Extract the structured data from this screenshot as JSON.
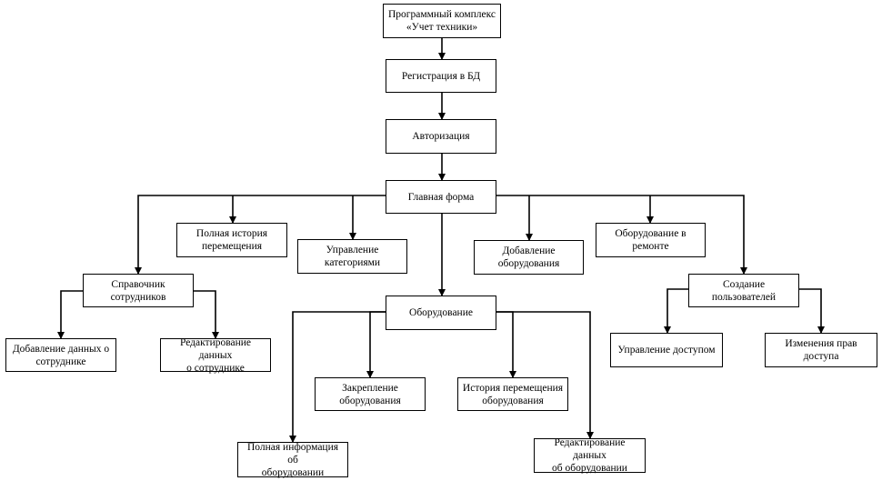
{
  "diagram": {
    "nodes": {
      "root": [
        "Программный комплекс",
        "«Учет техники»"
      ],
      "register": [
        "Регистрация в БД"
      ],
      "auth": [
        "Авторизация"
      ],
      "main_form": [
        "Главная форма"
      ],
      "full_history": [
        "Полная история",
        "перемещения"
      ],
      "manage_categories": [
        "Управление",
        "категориями"
      ],
      "add_equipment": [
        "Добавление",
        "оборудования"
      ],
      "equipment_repair": [
        "Оборудование в",
        "ремонте"
      ],
      "employee_directory": [
        "Справочник",
        "сотрудников"
      ],
      "create_users": [
        "Создание пользователей"
      ],
      "equipment": [
        "Оборудование"
      ],
      "add_employee_data": [
        "Добавление данных о",
        "сотруднике"
      ],
      "edit_employee_data": [
        "Редактирование данных",
        "о сотруднике"
      ],
      "access_control": [
        "Управление доступом"
      ],
      "change_access_rights": [
        "Изменения прав доступа"
      ],
      "assign_equipment": [
        "Закрепление",
        "оборудования"
      ],
      "movement_history": [
        "История перемещения",
        "оборудования"
      ],
      "full_equipment_info": [
        "Полная информация об",
        "оборудовании"
      ],
      "edit_equipment_data": [
        "Редактирование данных",
        "об оборудовании"
      ]
    },
    "edges": [
      [
        "root",
        "register"
      ],
      [
        "register",
        "auth"
      ],
      [
        "auth",
        "main_form"
      ],
      [
        "main_form",
        "full_history"
      ],
      [
        "main_form",
        "manage_categories"
      ],
      [
        "main_form",
        "add_equipment"
      ],
      [
        "main_form",
        "equipment_repair"
      ],
      [
        "main_form",
        "employee_directory"
      ],
      [
        "main_form",
        "create_users"
      ],
      [
        "main_form",
        "equipment"
      ],
      [
        "employee_directory",
        "add_employee_data"
      ],
      [
        "employee_directory",
        "edit_employee_data"
      ],
      [
        "create_users",
        "access_control"
      ],
      [
        "create_users",
        "change_access_rights"
      ],
      [
        "equipment",
        "assign_equipment"
      ],
      [
        "equipment",
        "movement_history"
      ],
      [
        "equipment",
        "full_equipment_info"
      ],
      [
        "equipment",
        "edit_equipment_data"
      ]
    ]
  }
}
